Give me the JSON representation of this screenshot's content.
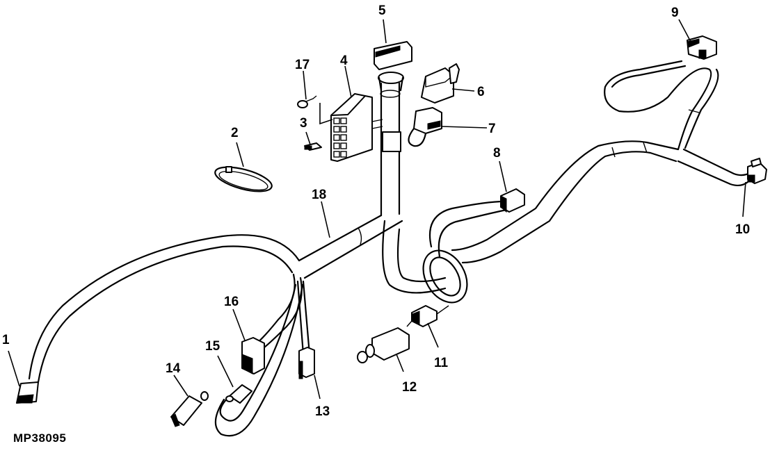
{
  "figure": {
    "id": "MP38095",
    "description": "Wiring harness exploded parts diagram",
    "colors": {
      "line": "#000000",
      "background": "#ffffff"
    }
  },
  "callouts": [
    {
      "number": "1",
      "part": "harness-end-connector-left"
    },
    {
      "number": "2",
      "part": "cable-tie"
    },
    {
      "number": "3",
      "part": "fuse"
    },
    {
      "number": "4",
      "part": "fuse-block"
    },
    {
      "number": "5",
      "part": "multi-pin-connector"
    },
    {
      "number": "6",
      "part": "relay"
    },
    {
      "number": "7",
      "part": "relay-socket-connector"
    },
    {
      "number": "8",
      "part": "two-pin-connector"
    },
    {
      "number": "9",
      "part": "multi-pin-connector-right"
    },
    {
      "number": "10",
      "part": "harness-end-connector-right"
    },
    {
      "number": "11",
      "part": "plug-connector"
    },
    {
      "number": "12",
      "part": "plunger-switch"
    },
    {
      "number": "13",
      "part": "inline-connector"
    },
    {
      "number": "14",
      "part": "switch"
    },
    {
      "number": "15",
      "part": "single-wire-connector"
    },
    {
      "number": "16",
      "part": "socket-connector"
    },
    {
      "number": "17",
      "part": "screw"
    },
    {
      "number": "18",
      "part": "main-wiring-harness"
    }
  ]
}
